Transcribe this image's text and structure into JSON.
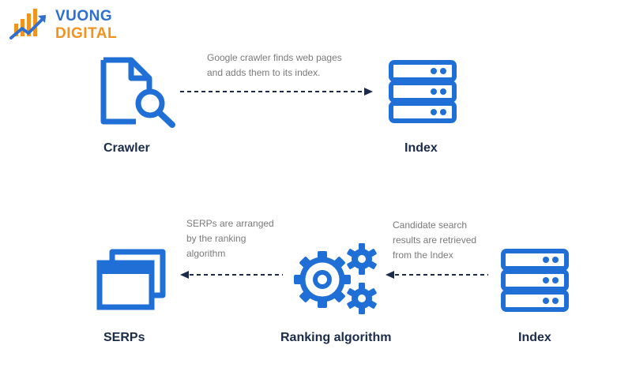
{
  "brand": {
    "line1": "VUONG",
    "line2": "DIGITAL",
    "colors": {
      "primary": "#2f6fcf",
      "accent": "#f29320"
    }
  },
  "diagram": {
    "icon_color": "#1f6fd6",
    "arrow_color": "#1b2b4a",
    "top_row": {
      "crawler": {
        "label": "Crawler",
        "icon": "document-search-icon"
      },
      "index": {
        "label": "Index",
        "icon": "server-stack-icon"
      },
      "arrow_note": "Google crawler finds web pages\nand adds them to its index."
    },
    "bottom_row": {
      "serps": {
        "label": "SERPs",
        "icon": "windows-stack-icon"
      },
      "ranking": {
        "label": "Ranking algorithm",
        "icon": "gears-icon"
      },
      "index": {
        "label": "Index",
        "icon": "server-stack-icon"
      },
      "left_note": "SERPs are arranged\nby the ranking\nalgorithm",
      "right_note": "Candidate search\nresults are retrieved\nfrom the Index"
    }
  }
}
